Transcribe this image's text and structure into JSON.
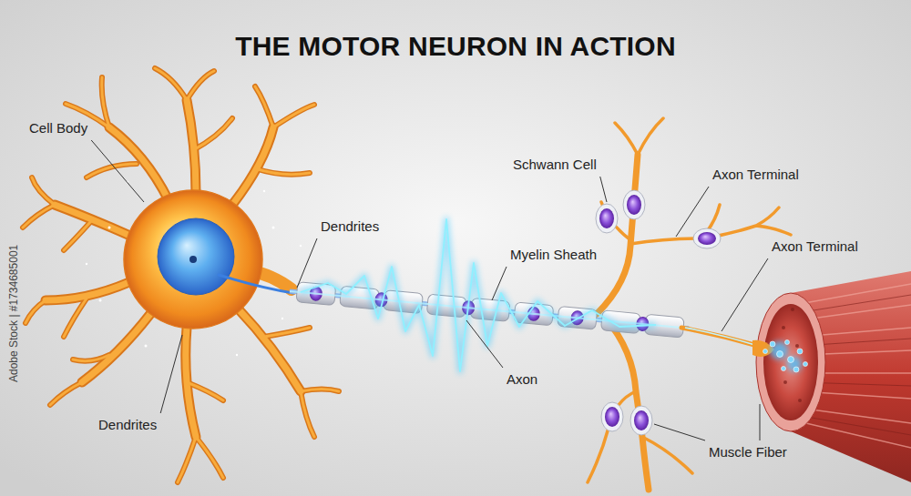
{
  "diagram": {
    "title": "THE MOTOR NEURON IN ACTION",
    "labels": [
      "Cell Body",
      "Dendrites",
      "Schwann Cell",
      "Axon Terminal",
      "Myelin Sheath",
      "Axon Terminal",
      "Axon",
      "Dendrites",
      "Muscle Fiber",
      "Adobe Stock | #1734685001"
    ]
  }
}
